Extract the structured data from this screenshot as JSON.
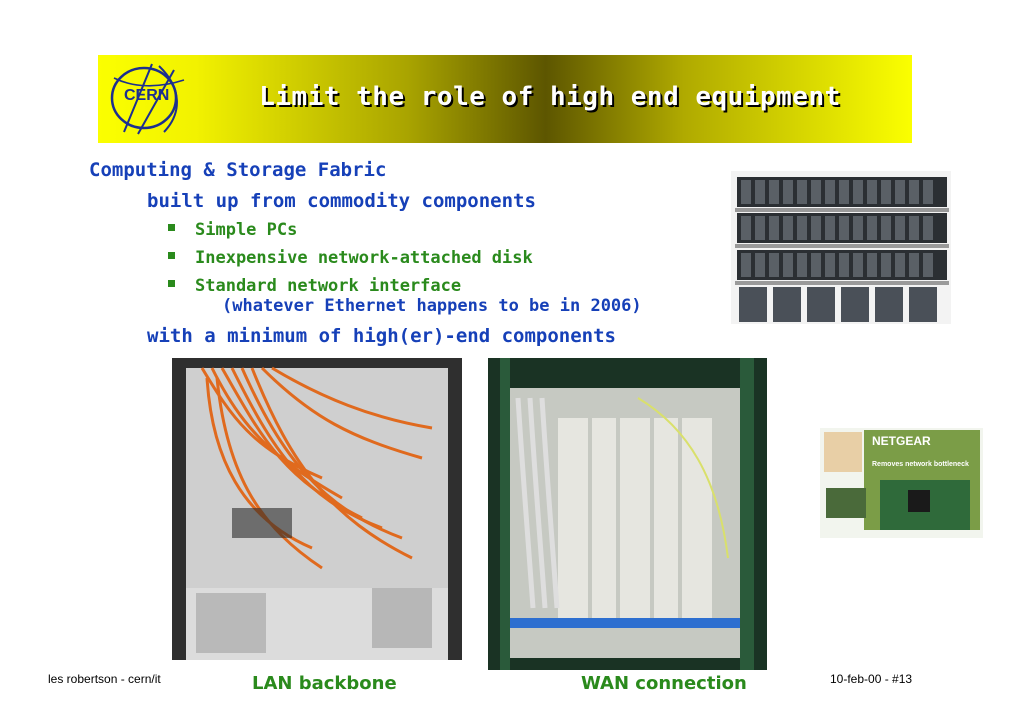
{
  "header": {
    "logo_text": "CERN",
    "title": "Limit the role of high end equipment"
  },
  "content": {
    "heading": "Computing & Storage Fabric",
    "subheading": "built up from commodity components",
    "bullets": [
      "Simple PCs",
      "Inexpensive network-attached disk",
      "Standard network interface"
    ],
    "bullet_note": "(whatever Ethernet happens to be in 2006)",
    "closing": "with a minimum of high(er)-end components"
  },
  "images": {
    "netgear_brand": "NETGEAR",
    "netgear_tagline": "Removes network bottleneck"
  },
  "captions": {
    "lan": "LAN backbone",
    "wan": "WAN connection"
  },
  "footer": {
    "author": "les robertson - cern/it",
    "date_slide": "10-feb-00  - #13"
  }
}
